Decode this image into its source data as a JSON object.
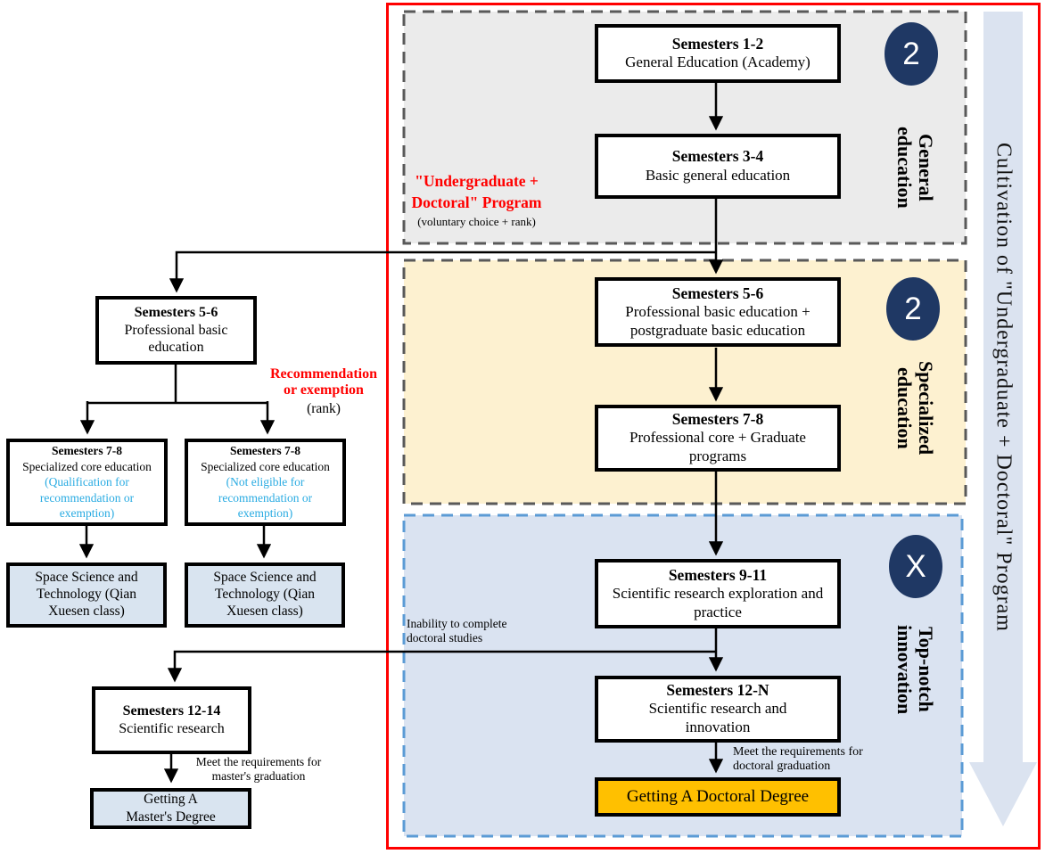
{
  "colors": {
    "frame_red": "#ff0000",
    "badge_navy": "#1f3864",
    "degree_gold": "#ffc000",
    "highlight_cyan": "#29abe2",
    "general_fill": "#ebebeb",
    "specialized_fill": "#fdf1d0",
    "topnotch_fill": "#dae3f1",
    "gray_dash": "#595959",
    "blue_dash": "#5b9bd5",
    "light_blue_box": "#d9e4f0",
    "banner_fill": "#dbe3f0"
  },
  "banner": {
    "text": "Cultivation of \"Undergraduate + Doctoral\" Program"
  },
  "program_label": {
    "line1": "\"Undergraduate +",
    "line2": "Doctoral\" Program",
    "note": "(voluntary choice + rank)"
  },
  "sections": {
    "general": {
      "badge": "2",
      "label_line1": "General",
      "label_line2": "education"
    },
    "specialized": {
      "badge": "2",
      "label_line1": "Specialized",
      "label_line2": "education"
    },
    "topnotch": {
      "badge": "X",
      "label_line1": "Top-notch",
      "label_line2": "innovation"
    }
  },
  "main_flow": {
    "box1": {
      "title": "Semesters 1-2",
      "body": "General Education (Academy)"
    },
    "box2": {
      "title": "Semesters 3-4",
      "body": "Basic general education"
    },
    "box3": {
      "title": "Semesters 5-6",
      "body": "Professional basic education + postgraduate basic education"
    },
    "box4": {
      "title": "Semesters 7-8",
      "body": "Professional core + Graduate programs"
    },
    "box5": {
      "title": "Semesters 9-11",
      "body": "Scientific research exploration and practice"
    },
    "box6": {
      "title": "Semesters 12-N",
      "body": "Scientific research and innovation"
    },
    "doctoral_degree": "Getting A Doctoral Degree",
    "doctoral_note": {
      "line1": "Meet the requirements for",
      "line2": "doctoral graduation"
    }
  },
  "left_flow": {
    "sem56": {
      "title": "Semesters 5-6",
      "body": "Professional basic education"
    },
    "recommendation": {
      "line1": "Recommendation",
      "line2": "or exemption",
      "note": "(rank)"
    },
    "sem78_qualified": {
      "title": "Semesters 7-8",
      "body": "Specialized core education",
      "highlight": "(Qualification for recommendation or exemption)"
    },
    "sem78_not_eligible": {
      "title": "Semesters 7-8",
      "body": "Specialized core education",
      "highlight": "(Not eligible for recommendation or exemption)"
    },
    "space_class_1": "Space Science and Technology (Qian Xuesen class)",
    "space_class_2": "Space Science and Technology (Qian Xuesen class)",
    "sem1214": {
      "title": "Semesters 12-14",
      "body": "Scientific research"
    },
    "master_note": {
      "line1": "Meet the requirements for",
      "line2": "master's graduation"
    },
    "master_degree": {
      "line1": "Getting A",
      "line2": "Master's Degree"
    },
    "inability_note": {
      "line1": "Inability to complete",
      "line2": "doctoral studies"
    }
  }
}
